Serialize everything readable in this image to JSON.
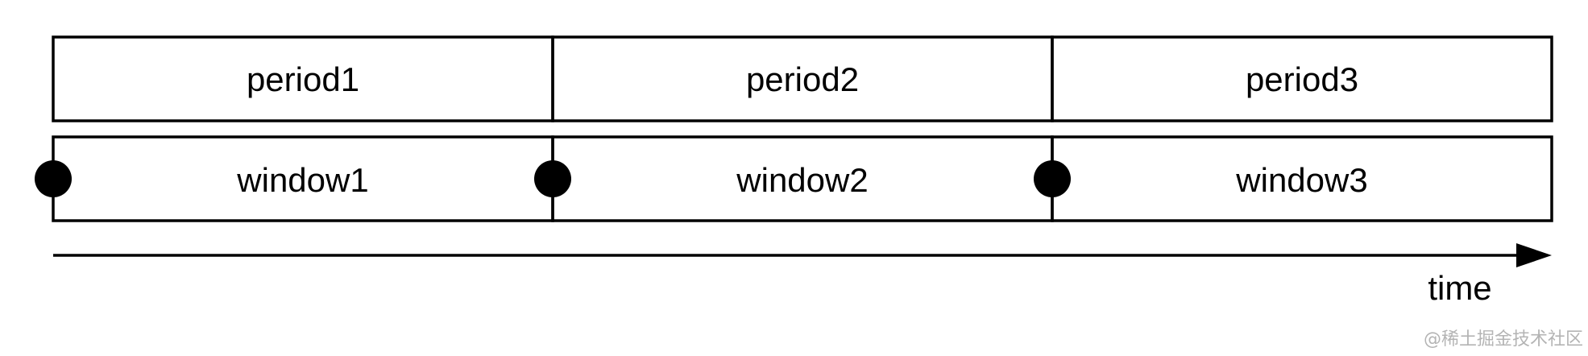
{
  "diagram": {
    "periods": [
      "period1",
      "period2",
      "period3"
    ],
    "windows": [
      "window1",
      "window2",
      "window3"
    ],
    "axis_label": "time",
    "watermark": "@稀土掘金技术社区"
  },
  "colors": {
    "stroke": "#000000",
    "background": "#ffffff",
    "watermark": "#b4b4b4"
  }
}
